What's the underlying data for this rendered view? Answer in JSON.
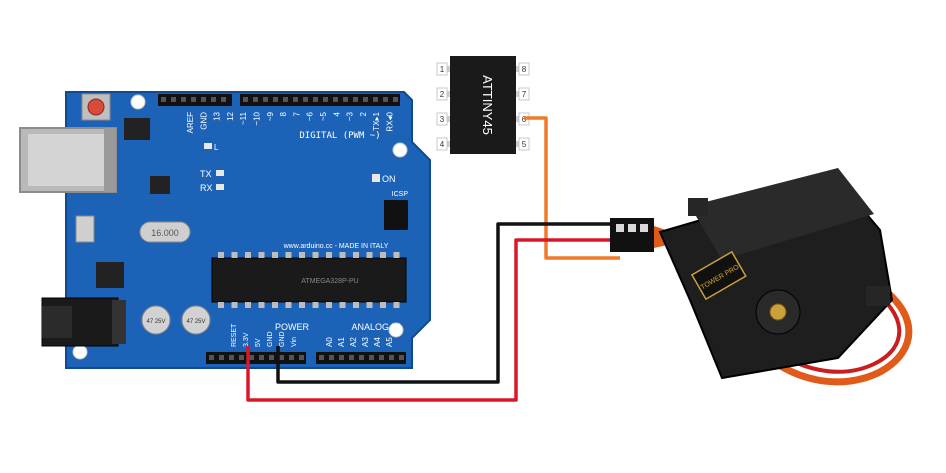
{
  "arduino": {
    "digital_header": "DIGITAL (PWM ~)",
    "digital_pins": [
      "AREF",
      "GND",
      "13",
      "12",
      "~11",
      "~10",
      "~9",
      "8",
      "7",
      "~6",
      "~5",
      "4",
      "~3",
      "2",
      "TX▸1",
      "RX◂0"
    ],
    "tx_label": "TX",
    "rx_label": "RX",
    "on_label": "ON",
    "l_label": "L",
    "website": "www.arduino.cc - MADE IN ITALY",
    "power_header": "POWER",
    "analog_header": "ANALOG IN",
    "power_pins": [
      "RESET",
      "3.3V",
      "5V",
      "GND",
      "GND",
      "Vin"
    ],
    "analog_pins": [
      "A0",
      "A1",
      "A2",
      "A3",
      "A4",
      "A5"
    ],
    "crystal_label": "16.000",
    "chip_text": "ATMEGA328P-PU",
    "icsp_label": "ICSP",
    "cap_text": "47 25V"
  },
  "attiny": {
    "label": "ATTINY45",
    "left_pins": [
      "1",
      "2",
      "3",
      "4"
    ],
    "right_pins": [
      "8",
      "7",
      "6",
      "5"
    ]
  },
  "servo": {
    "brand_text": "TOWER PRO"
  },
  "colors": {
    "board": "#1c63b8",
    "wire_black": "#111111",
    "wire_red": "#d8182a",
    "wire_orange": "#f07a2a",
    "chip": "#1a1a1a",
    "servo_body": "#1e1e1e"
  }
}
